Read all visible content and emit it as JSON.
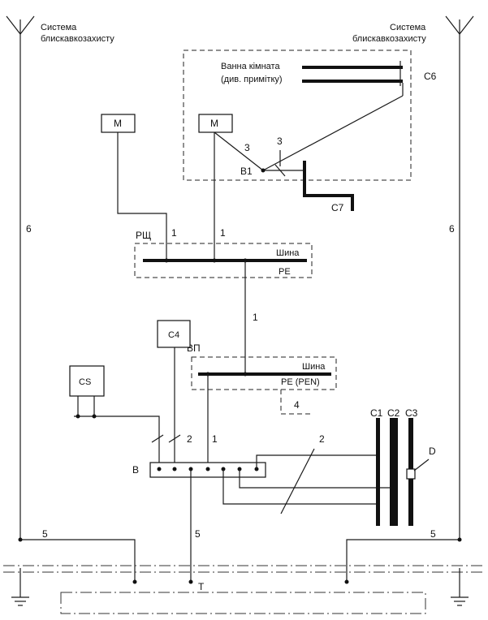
{
  "diagram": {
    "lightning_system_left": [
      "Система",
      "блискавкозахисту"
    ],
    "lightning_system_right": [
      "Система",
      "блискавкозахисту"
    ],
    "bathroom": [
      "Ванна кімната",
      "(див. примітку)"
    ],
    "labels": {
      "c6": "C6",
      "c7": "C7",
      "b1": "B1",
      "m_left": "M",
      "m_right": "M",
      "n3a": "3",
      "n3b": "3",
      "n1_left": "1",
      "n1_right": "1",
      "n1_mid": "1",
      "n1_low": "1",
      "n6_left": "6",
      "n6_right": "6",
      "rsh": "РЩ",
      "bus1_top": "Шина",
      "bus1_bottom": "PE",
      "vp": "ВП",
      "bus2_top": "Шина",
      "bus2_bottom": "PE (PEN)",
      "n4": "4",
      "c4": "C4",
      "cs": "CS",
      "n2_left": "2",
      "n2_right": "2",
      "b": "B",
      "c1": "C1",
      "c2": "C2",
      "c3": "C3",
      "d": "D",
      "n5_left": "5",
      "n5_mid": "5",
      "n5_right": "5",
      "t": "T"
    }
  }
}
